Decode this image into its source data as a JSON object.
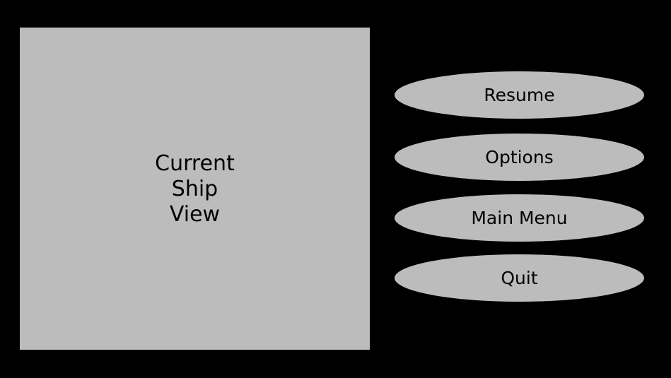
{
  "ship_view": {
    "label": "Current\nShip\nView"
  },
  "menu": {
    "resume_label": "Resume",
    "options_label": "Options",
    "main_menu_label": "Main Menu",
    "quit_label": "Quit"
  },
  "colors": {
    "background": "#000000",
    "panel": "#bcbcbc",
    "text": "#000000"
  }
}
